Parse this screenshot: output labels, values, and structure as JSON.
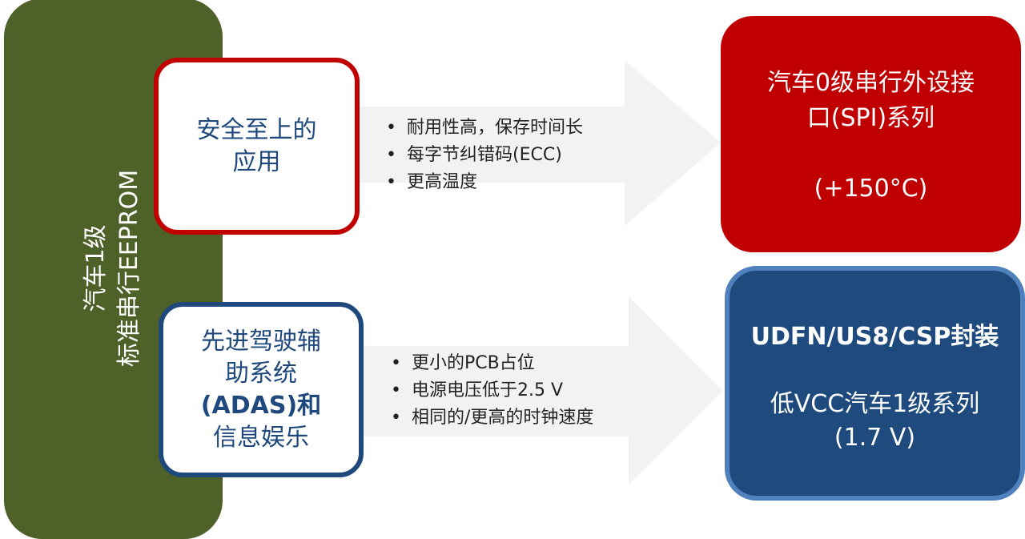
{
  "left_panel": {
    "line1": "汽车1级",
    "line2": "标准串行EEPROM"
  },
  "top": {
    "app_label_line1": "安全至上的",
    "app_label_line2": "应用",
    "bullets": [
      "耐用性高，保存时间长",
      "每字节纠错码(ECC)",
      "更高温度"
    ],
    "result_line1": "汽车0级串行外设接",
    "result_line2": "口(SPI)系列",
    "result_line3": "(+150°C)"
  },
  "bottom": {
    "app_label_lines": [
      "先进驾驶辅",
      "助系统",
      "(ADAS)和",
      "信息娱乐"
    ],
    "bullets": [
      "更小的PCB占位",
      "电源电压低于2.5 V",
      "相同的/更高的时钟速度"
    ],
    "result_line1": "UDFN/US8/CSP封装",
    "result_line2": "低VCC汽车1级系列",
    "result_line3": "(1.7 V)"
  },
  "bullet_char": "•",
  "colors": {
    "green": "#4e6128",
    "red": "#c00000",
    "navy": "#1f4a7e",
    "light_blue": "#4f81bd",
    "arrow": "#f2f2f2"
  }
}
